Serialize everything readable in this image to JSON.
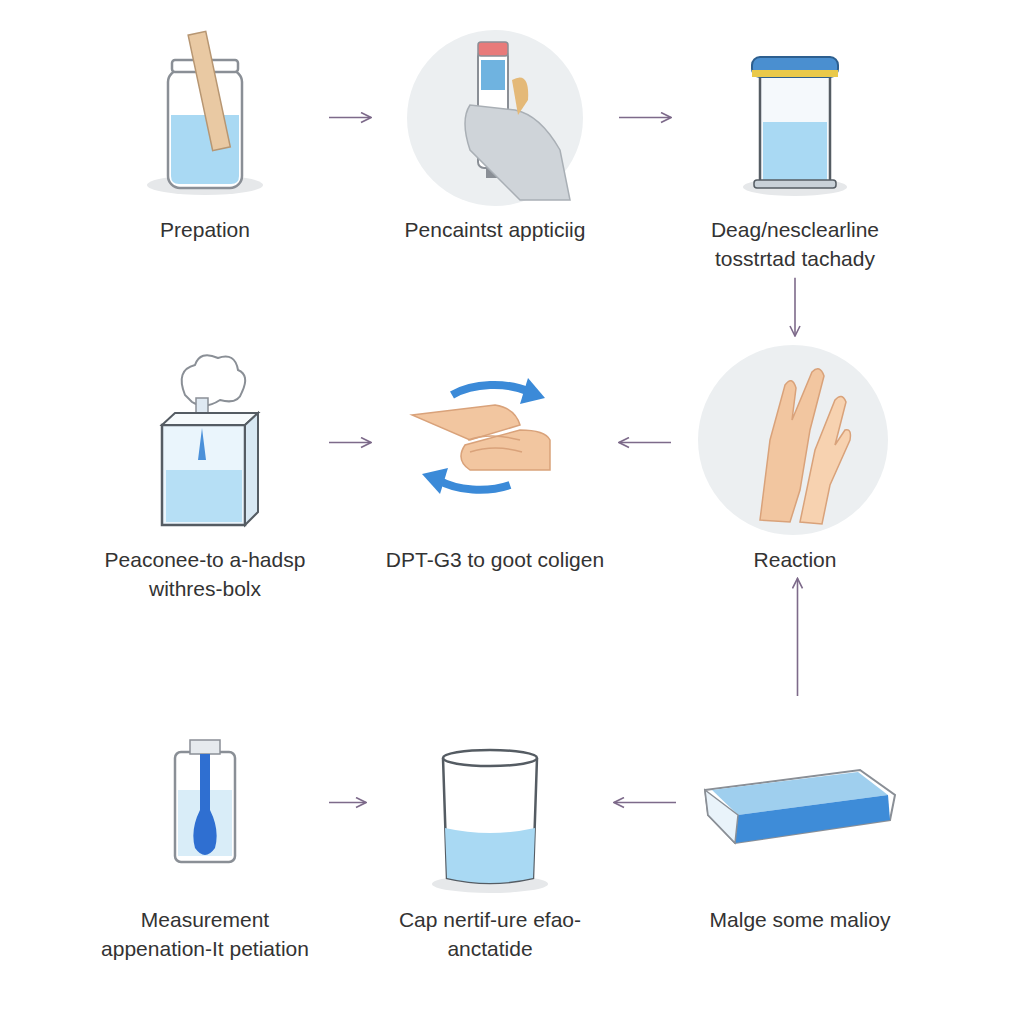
{
  "diagram": {
    "nodes": [
      {
        "text": [
          "Prepation"
        ]
      },
      {
        "text": [
          "Pencaintst appticiig"
        ]
      },
      {
        "text": [
          "Deag/nesclearline tosstrtad tachady"
        ]
      },
      {
        "text": [
          "Peaconee-to a-hadsp withres-bolx"
        ]
      },
      {
        "text": [
          "DPT-G3 to goot coligen"
        ]
      },
      {
        "text": [
          "Reaction"
        ]
      },
      {
        "text": [
          "Measurement appenation-It petiation"
        ]
      },
      {
        "text": [
          "Cap nertif-ure efao-anctatide"
        ]
      },
      {
        "text": [
          "Malge some malioy"
        ]
      }
    ],
    "edges": [
      {
        "from": 0,
        "to": 1,
        "arrow": "to"
      },
      {
        "from": 1,
        "to": 2,
        "arrow": "to"
      },
      {
        "from": 2,
        "to": 5,
        "arrow": "to"
      },
      {
        "from": 5,
        "to": 4,
        "arrow": "to"
      },
      {
        "from": 3,
        "to": 4,
        "arrow": "to"
      },
      {
        "from": 8,
        "to": 5,
        "arrow": "to"
      },
      {
        "from": 8,
        "to": 7,
        "arrow": "to"
      },
      {
        "from": 6,
        "to": 7,
        "arrow": "to"
      }
    ]
  }
}
